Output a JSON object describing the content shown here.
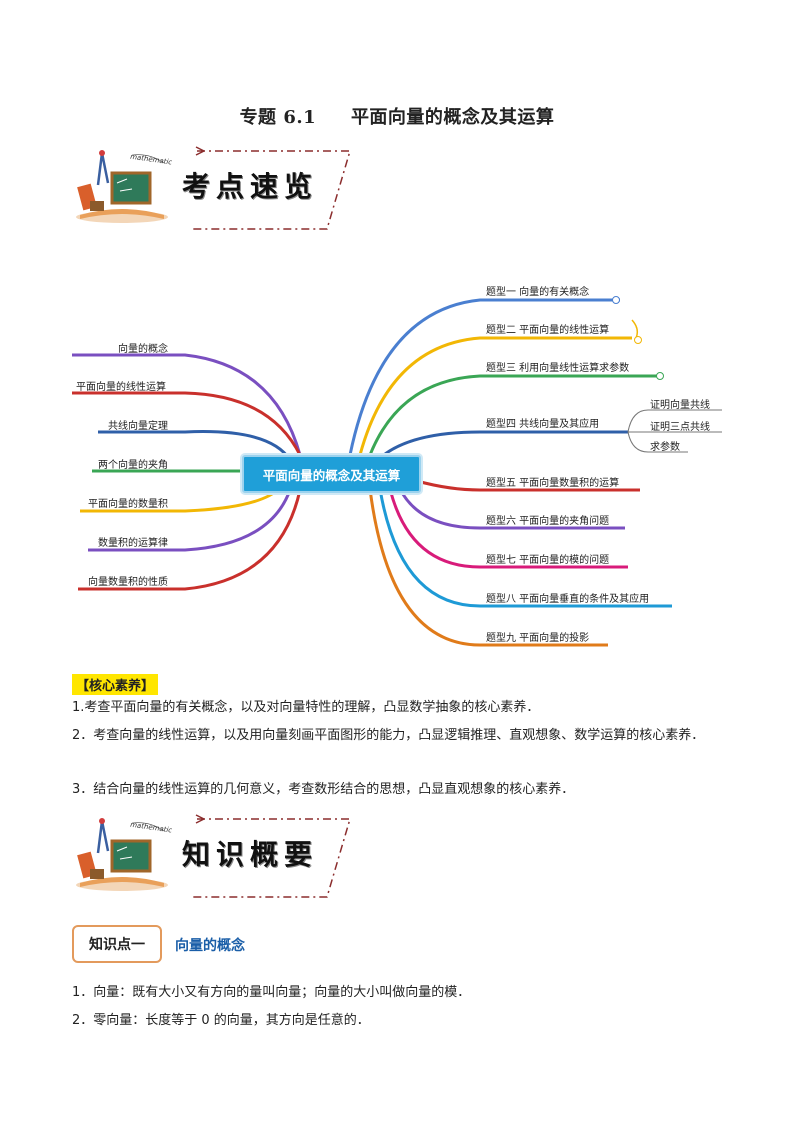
{
  "title": {
    "number": "专题 6.1",
    "text": "平面向量的概念及其运算"
  },
  "banner1": {
    "text": "考点速览",
    "logo_word": "mathematics"
  },
  "mindmap": {
    "center": "平面向量的概念及其运算",
    "left": [
      "向量的概念",
      "平面向量的线性运算",
      "共线向量定理",
      "两个向量的夹角",
      "平面向量的数量积",
      "数量积的运算律",
      "向量数量积的性质"
    ],
    "right": [
      "题型一 向量的有关概念",
      "题型二 平面向量的线性运算",
      "题型三 利用向量线性运算求参数",
      "题型四 共线向量及其应用",
      "题型五 平面向量数量积的运算",
      "题型六 平面向量的夹角问题",
      "题型七 平面向量的模的问题",
      "题型八 平面向量垂直的条件及其应用",
      "题型九 平面向量的投影"
    ],
    "sub4": [
      "证明向量共线",
      "证明三点共线",
      "求参数"
    ],
    "colors": [
      "#4a7fd0",
      "#f2b705",
      "#3aa655",
      "#2f5fa8",
      "#c9302c",
      "#7a4fc0",
      "#d81b7a",
      "#1e9ad6",
      "#e07b1a"
    ]
  },
  "core": {
    "heading": "【核心素养】",
    "items": [
      "1.考查平面向量的有关概念，以及对向量特性的理解，凸显数学抽象的核心素养．",
      "2．考查向量的线性运算，以及用向量刻画平面图形的能力，凸显逻辑推理、直观想象、数学运算的核心素养．",
      "3．结合向量的线性运算的几何意义，考查数形结合的思想，凸显直观想象的核心素养．"
    ]
  },
  "banner2": {
    "text": "知识概要",
    "logo_word": "mathematics"
  },
  "knowledge": {
    "label": "知识点一",
    "title": "向量的概念",
    "items": [
      "1．向量：既有大小又有方向的量叫向量；向量的大小叫做向量的模．",
      "2．零向量：长度等于 0 的向量，其方向是任意的．"
    ]
  }
}
